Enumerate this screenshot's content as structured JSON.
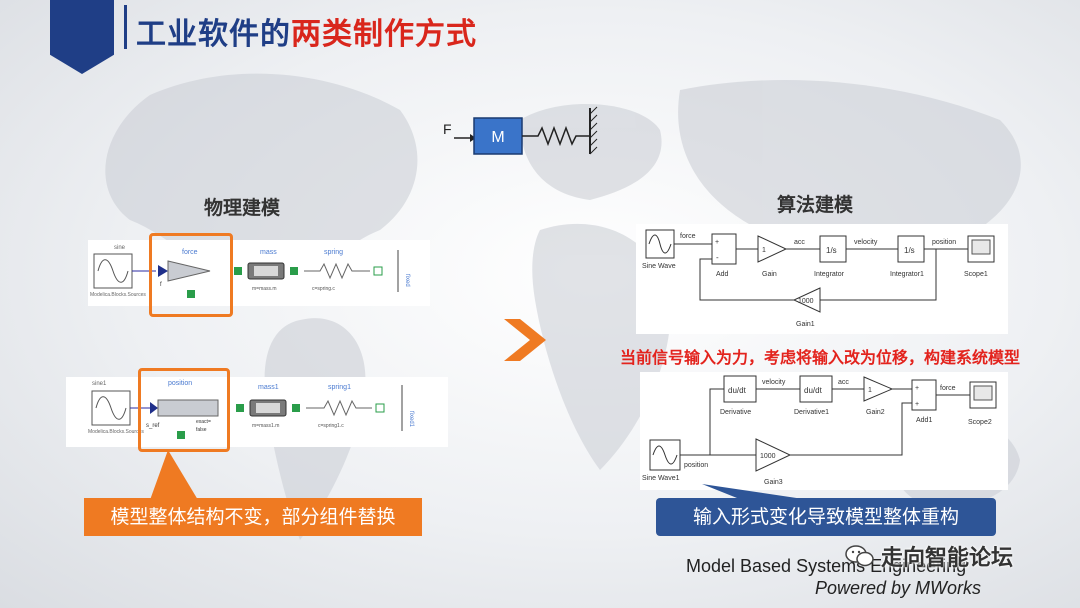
{
  "header": {
    "title_part1": "工业软件的",
    "title_part2": "两类制作方式"
  },
  "colors": {
    "brand_blue": "#1f3e86",
    "title_red": "#d9261c",
    "highlight_orange": "#ef7a22",
    "callout_blue": "#2e5597",
    "annotation_red": "#e3231d"
  },
  "top_diagram": {
    "force_label": "F",
    "mass_label": "M"
  },
  "physical": {
    "title": "物理建模",
    "diagram1": {
      "source_title": "sine",
      "source_caption": "Modelica.Blocks.Sources",
      "block_top": "force",
      "block_port": "f",
      "mass_label": "mass",
      "mass_caption": "m=mass.m",
      "spring_label": "spring",
      "spring_caption": "c=spring.c",
      "fixed_label": "fixed"
    },
    "diagram2": {
      "source_title": "sine1",
      "source_caption": "Modelica.Blocks.Sources",
      "block_top": "position",
      "block_port": "s_ref",
      "block_cap1": "exact=",
      "block_cap2": "false",
      "mass_label": "mass1",
      "mass_caption": "m=mass1.m",
      "spring_label": "spring1",
      "spring_caption": "c=spring1.c",
      "fixed_label": "fixed1"
    },
    "callout": "模型整体结构不变，部分组件替换"
  },
  "algorithm": {
    "title": "算法建模",
    "diagram1": {
      "sine": "Sine Wave",
      "force": "force",
      "add": "Add",
      "gain": "Gain",
      "gain_value": "1",
      "acc": "acc",
      "integrator": "Integrator",
      "int_symbol": "1/s",
      "velocity": "velocity",
      "integrator1": "Integrator1",
      "position": "position",
      "scope": "Scope1",
      "gain1_value": "1000",
      "gain1": "Gain1",
      "plus": "+",
      "minus": "-"
    },
    "annotation": "当前信号输入为力，考虑将输入改为位移，构建系统模型",
    "diagram2": {
      "derivative_sym": "du/dt",
      "derivative": "Derivative",
      "velocity": "velocity",
      "derivative1": "Derivative1",
      "acc": "acc",
      "gain2": "Gain2",
      "gain2_value": "1",
      "add1": "Add1",
      "force": "force",
      "scope2": "Scope2",
      "sine1": "Sine Wave1",
      "position": "position",
      "gain3_value": "1000",
      "gain3": "Gain3"
    },
    "callout": "输入形式变化导致模型整体重构"
  },
  "footer": {
    "line1": "Model Based Systems Engineering",
    "line2": "Powered by MWorks",
    "watermark": "走向智能论坛"
  }
}
